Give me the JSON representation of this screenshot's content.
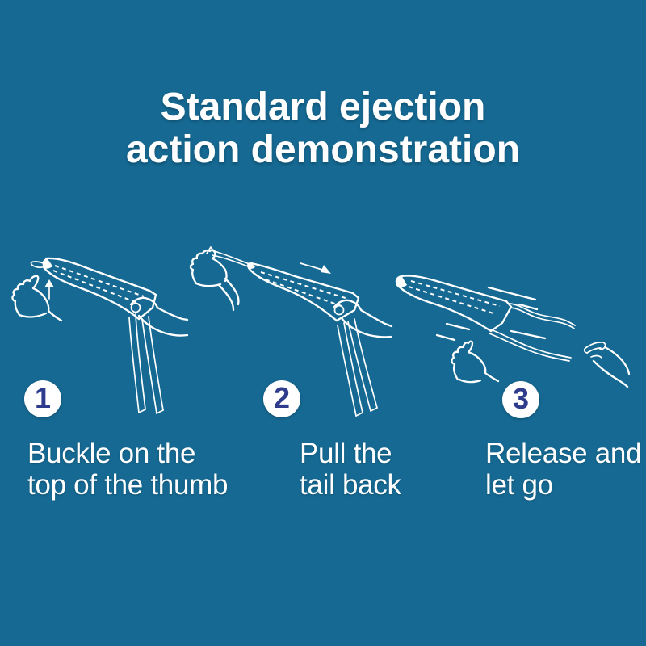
{
  "title": {
    "line1": "Standard ejection",
    "line2": "action demonstration"
  },
  "steps": [
    {
      "number": "1",
      "label": {
        "line1": "Buckle on the",
        "line2": "top of the thumb"
      },
      "illustration": "thumb-hook-rocket"
    },
    {
      "number": "2",
      "label": {
        "line1": "Pull the",
        "line2": "tail back"
      },
      "illustration": "stretch-band-pull-tail"
    },
    {
      "number": "3",
      "label": {
        "line1": "Release and",
        "line2": "let go"
      },
      "illustration": "rocket-flying-away"
    }
  ],
  "colors": {
    "background": "#166992",
    "text": "#ffffff",
    "line_art": "#ffffff",
    "circle_fill": "#ffffff",
    "step_number": "#2f3c8d"
  }
}
